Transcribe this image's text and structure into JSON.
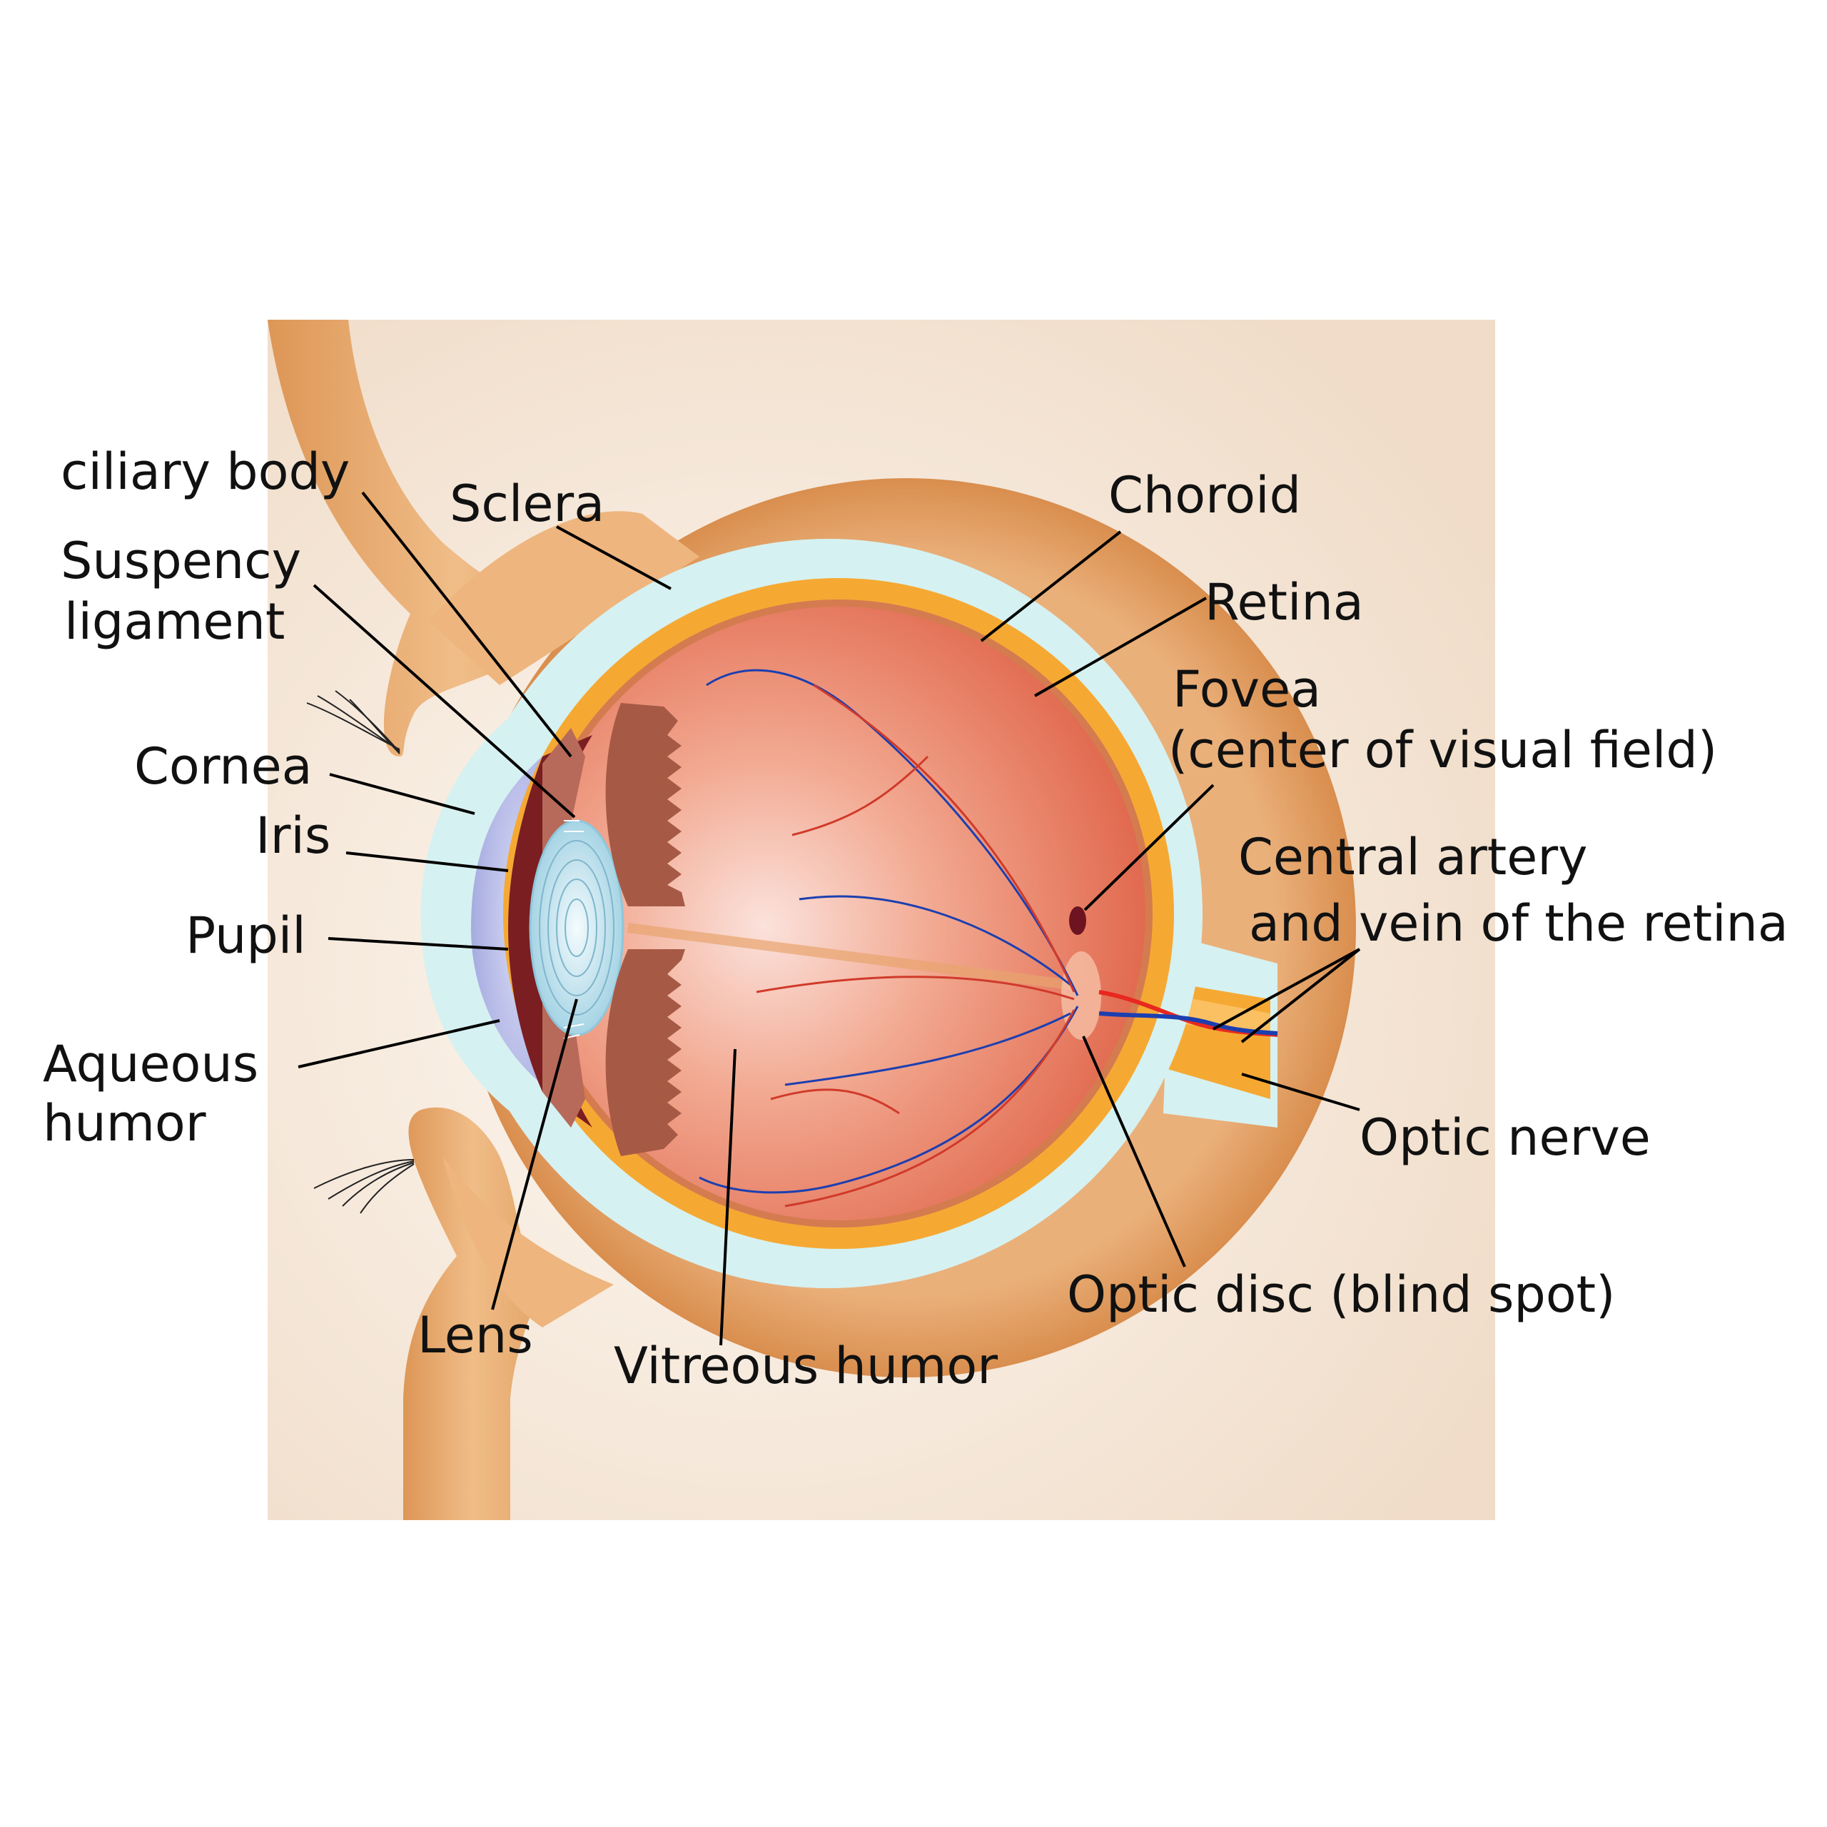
{
  "labels": {
    "ciliary_body": "ciliary body",
    "sclera": "Sclera",
    "choroid": "Choroid",
    "suspency_1": "Suspency",
    "suspency_2": "ligament",
    "retina": "Retina",
    "fovea_1": "Fovea",
    "fovea_2": "(center of visual field)",
    "cornea": "Cornea",
    "iris": "Iris",
    "central_1": "Central artery",
    "central_2": "and vein of the retina",
    "pupil": "Pupil",
    "aqueous_1": "Aqueous",
    "aqueous_2": "humor",
    "optic_nerve": "Optic nerve",
    "optic_disc": "Optic disc (blind spot)",
    "lens": "Lens",
    "vitreous": "Vitreous humor"
  },
  "colors": {
    "tissue": "#eeb57e",
    "tissue_dark": "#d98d4a",
    "background_panel": "#f5e6d6",
    "sclera": "#d6f1f1",
    "choroid_retina": "#f5a933",
    "vitreous": "#e9826a",
    "ciliary": "#a65a45",
    "iris": "#7a1e22",
    "cornea": "#bfc3ec",
    "lens": "#c3e3ee",
    "artery": "#e8281f",
    "vein": "#1c3fb0",
    "leader_line": "#000000"
  }
}
